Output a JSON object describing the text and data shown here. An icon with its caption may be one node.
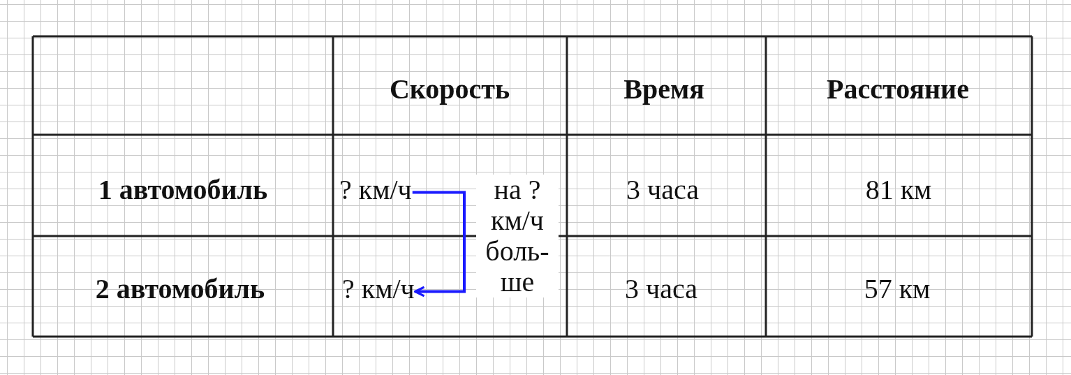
{
  "diagram": {
    "nodes": [
      {
        "text": [
          "? км/ч"
        ]
      },
      {
        "text": [
          "? км/ч"
        ]
      }
    ],
    "edges": [
      {
        "from": 0,
        "to": 1,
        "arrow": "to",
        "label": "на ? км/ч боль- ше",
        "color": "#1a1aff"
      }
    ],
    "labels": [
      "Скорость",
      "Время",
      "Расстояние",
      "1 автомобиль",
      "3 часа",
      "81 км",
      "2 автомобиль",
      "3 часа",
      "57 км"
    ]
  }
}
